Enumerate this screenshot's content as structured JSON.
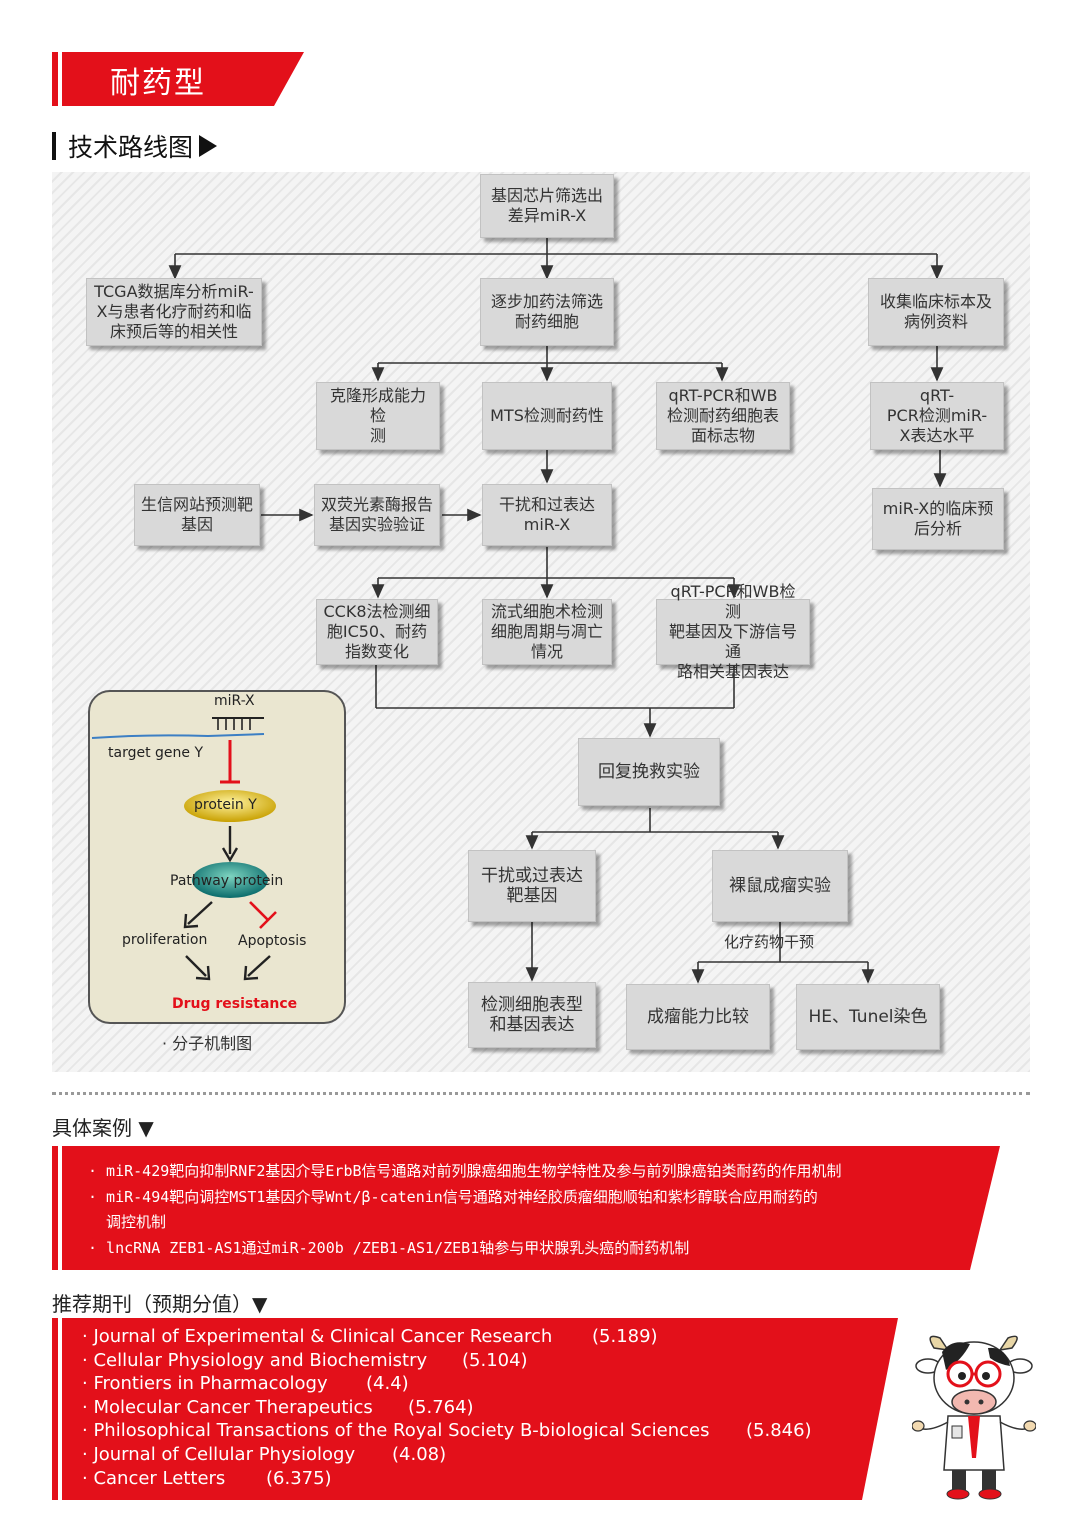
{
  "header": {
    "title": "耐药型",
    "section_title": "技术路线图"
  },
  "flow": {
    "chip": "基因芯片筛选出\n差异miR-X",
    "tcga": "TCGA数据库分析miR-\nX与患者化疗耐药和临\n床预后等的相关性",
    "select": "逐步加药法筛选\n耐药细胞",
    "collect": "收集临床标本及\n病例资料",
    "clone": "克隆形成能力检\n测",
    "mts": "MTS检测耐药性",
    "qrt_surface": "qRT-PCR和WB\n检测耐药细胞表\n面标志物",
    "qrt_mir": "qRT-\nPCR检测miR-\nX表达水平",
    "bioinfo": "生信网站预测靶\n基因",
    "luciferase": "双荧光素酶报告\n基因实验验证",
    "interfere": "干扰和过表达\nmiR-X",
    "prognosis": "miR-X的临床预\n后分析",
    "cck8": "CCK8法检测细\n胞IC50、耐药\n指数变化",
    "flowcyt": "流式细胞术检测\n细胞周期与凋亡\n情况",
    "qrt_target": "qRT-PCR和WB检测\n靶基因及下游信号通\n路相关基因表达",
    "rescue": "回复挽救实验",
    "interfere_target": "干扰或过表达\n靶基因",
    "nude": "裸鼠成瘤实验",
    "chemo": "化疗药物干预",
    "phenotype": "检测细胞表型\n和基因表达",
    "tumor": "成瘤能力比较",
    "he": "HE、Tunel染色"
  },
  "mechanism": {
    "mir": "miR-X",
    "target": "target gene Y",
    "protein": "protein Y",
    "pathway": "Pathway protein",
    "proliferation": "proliferation",
    "apoptosis": "Apoptosis",
    "resistance": "Drug resistance",
    "caption": "· 分子机制图"
  },
  "cases": {
    "heading": "具体案例 ▼",
    "items": [
      "· miR-429靶向抑制RNF2基因介导ErbB信号通路对前列腺癌细胞生物学特性及参与前列腺癌铂类耐药的作用机制",
      "· miR-494靶向调控MST1基因介导Wnt/β-catenin信号通路对神经胶质瘤细胞顺铂和紫杉醇联合应用耐药的",
      "  调控机制",
      "· lncRNA ZEB1-AS1通过miR-200b /ZEB1-AS1/ZEB1轴参与甲状腺乳头癌的耐药机制"
    ]
  },
  "journals": {
    "heading": "推荐期刊（预期分值）▼",
    "items": [
      {
        "name": "· Journal of Experimental & Clinical Cancer Research",
        "score": "(5.189)"
      },
      {
        "name": "· Cellular Physiology and Biochemistry",
        "score": "(5.104)"
      },
      {
        "name": "· Frontiers in Pharmacology",
        "score": "(4.4)"
      },
      {
        "name": "· Molecular Cancer Therapeutics",
        "score": "(5.764)"
      },
      {
        "name": "· Philosophical Transactions of the Royal Society B-biological Sciences",
        "score": "(5.846)"
      },
      {
        "name": "· Journal of Cellular Physiology",
        "score": "(4.08)"
      },
      {
        "name": "· Cancer Letters",
        "score": "(6.375)"
      }
    ]
  },
  "colors": {
    "accent": "#e3101a",
    "box": "#d9d9d9",
    "resistance": "#e3101a"
  }
}
